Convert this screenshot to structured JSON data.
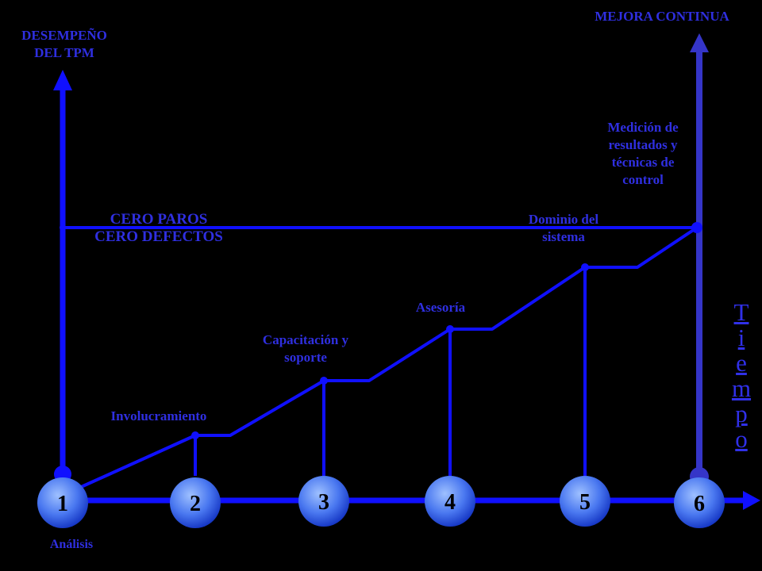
{
  "axes": {
    "left_title": "DESEMPEÑO\nDEL TPM",
    "right_title": "MEJORA CONTINUA",
    "time_label": "T\ni\ne\nm\np\no"
  },
  "target": {
    "label": "CERO PAROS\nCERO DEFECTOS"
  },
  "stages": [
    {
      "number": "1",
      "label": "Análisis"
    },
    {
      "number": "2",
      "label": "Involucramiento"
    },
    {
      "number": "3",
      "label": "Capacitación y\nsoporte"
    },
    {
      "number": "4",
      "label": "Asesoría"
    },
    {
      "number": "5",
      "label": "Dominio del\nsistema"
    },
    {
      "number": "6",
      "label": "Medición de\nresultados y\ntécnicas de\ncontrol"
    }
  ],
  "colors": {
    "background": "#000000",
    "line": "#1010ff",
    "axis_right": "#3535c8",
    "text": "#2f2fe0",
    "circle_fill": "#5a8cff",
    "circle_edge": "#0a1cc8"
  }
}
